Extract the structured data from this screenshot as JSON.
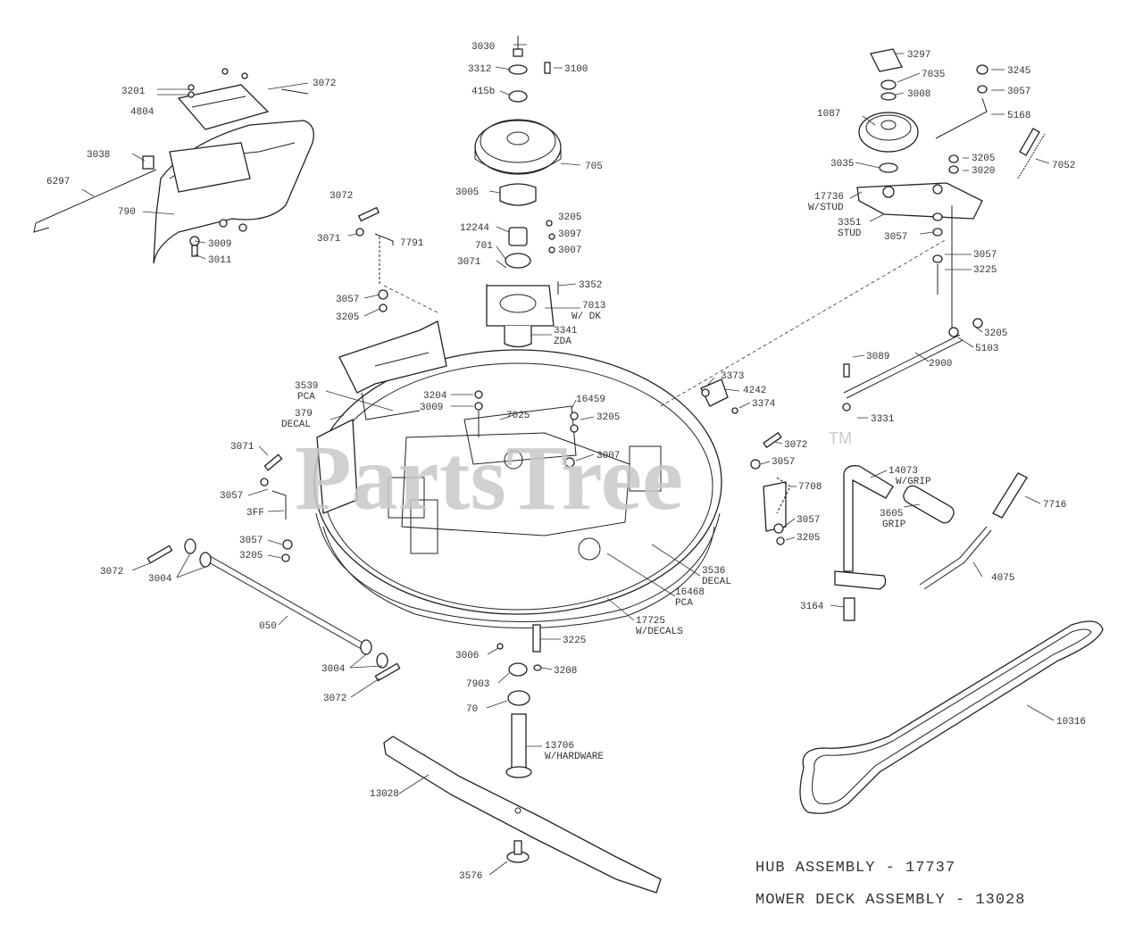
{
  "watermark": {
    "text": "PartsTree",
    "tm": "TM"
  },
  "labels": [
    {
      "id": "3030-top",
      "text": "3030"
    },
    {
      "id": "3312",
      "text": "3312"
    },
    {
      "id": "3100",
      "text": "3100"
    },
    {
      "id": "415b",
      "text": "415b"
    },
    {
      "id": "705",
      "text": "705"
    },
    {
      "id": "3005",
      "text": "3005"
    },
    {
      "id": "12244",
      "text": "12244"
    },
    {
      "id": "3205-c",
      "text": "3205"
    },
    {
      "id": "3097-c",
      "text": "3097"
    },
    {
      "id": "3007-c",
      "text": "3007"
    },
    {
      "id": "701",
      "text": "701"
    },
    {
      "id": "3071",
      "text": "3071"
    },
    {
      "id": "3352",
      "text": "3352"
    },
    {
      "id": "7013",
      "text": "7013"
    },
    {
      "id": "wdk",
      "text": "W/ DK"
    },
    {
      "id": "3341",
      "text": "3341"
    },
    {
      "id": "zda",
      "text": "ZDA"
    },
    {
      "id": "3201",
      "text": "3201"
    },
    {
      "id": "3072-tl",
      "text": "3072"
    },
    {
      "id": "4804",
      "text": "4804"
    },
    {
      "id": "3038",
      "text": "3038"
    },
    {
      "id": "6297",
      "text": "6297"
    },
    {
      "id": "790",
      "text": "790"
    },
    {
      "id": "3009-l",
      "text": "3009"
    },
    {
      "id": "3011",
      "text": "3011"
    },
    {
      "id": "3072-ml",
      "text": "3072"
    },
    {
      "id": "3071-ml",
      "text": "3071"
    },
    {
      "id": "7791",
      "text": "7791"
    },
    {
      "id": "3057-ml",
      "text": "3057"
    },
    {
      "id": "3205-ml",
      "text": "3205"
    },
    {
      "id": "3297",
      "text": "3297"
    },
    {
      "id": "7035",
      "text": "7035"
    },
    {
      "id": "3008-r",
      "text": "3008"
    },
    {
      "id": "3245",
      "text": "3245"
    },
    {
      "id": "3057-r1",
      "text": "3057"
    },
    {
      "id": "1087",
      "text": "1087"
    },
    {
      "id": "5168",
      "text": "5168"
    },
    {
      "id": "3035",
      "text": "3035"
    },
    {
      "id": "3205-r",
      "text": "3205"
    },
    {
      "id": "3020",
      "text": "3020"
    },
    {
      "id": "7052",
      "text": "7052"
    },
    {
      "id": "17736",
      "text": "17736"
    },
    {
      "id": "wstud",
      "text": "W/STUD"
    },
    {
      "id": "3351",
      "text": "3351"
    },
    {
      "id": "stud",
      "text": "STUD"
    },
    {
      "id": "3057-r2",
      "text": "3057"
    },
    {
      "id": "3057-r3",
      "text": "3057"
    },
    {
      "id": "3225-r",
      "text": "3225"
    },
    {
      "id": "3205-r2",
      "text": "3205"
    },
    {
      "id": "5103",
      "text": "5103"
    },
    {
      "id": "3089",
      "text": "3089"
    },
    {
      "id": "2900",
      "text": "2900"
    },
    {
      "id": "3331",
      "text": "3331"
    },
    {
      "id": "3373",
      "text": "3373"
    },
    {
      "id": "4242",
      "text": "4242"
    },
    {
      "id": "3374",
      "text": "3374"
    },
    {
      "id": "3539",
      "text": "3539"
    },
    {
      "id": "pca1",
      "text": "PCA"
    },
    {
      "id": "3204",
      "text": "3204"
    },
    {
      "id": "3009-m",
      "text": "3009"
    },
    {
      "id": "16459",
      "text": "16459"
    },
    {
      "id": "7025",
      "text": "7025"
    },
    {
      "id": "3205-m",
      "text": "3205"
    },
    {
      "id": "379",
      "text": "379"
    },
    {
      "id": "decal1",
      "text": "DECAL"
    },
    {
      "id": "3007-m",
      "text": "3007"
    },
    {
      "id": "3072-mr",
      "text": "3072"
    },
    {
      "id": "3057-mr",
      "text": "3057"
    },
    {
      "id": "7708",
      "text": "7708"
    },
    {
      "id": "3057-mr2",
      "text": "3057"
    },
    {
      "id": "3205-mr",
      "text": "3205"
    },
    {
      "id": "3071-l",
      "text": "3071"
    },
    {
      "id": "3057-l",
      "text": "3057"
    },
    {
      "id": "3ff",
      "text": "3FF"
    },
    {
      "id": "3057-l2",
      "text": "3057"
    },
    {
      "id": "3205-l",
      "text": "3205"
    },
    {
      "id": "3072-bl",
      "text": "3072"
    },
    {
      "id": "3004-l",
      "text": "3004"
    },
    {
      "id": "050",
      "text": "050"
    },
    {
      "id": "3004-b",
      "text": "3004"
    },
    {
      "id": "3072-b",
      "text": "3072"
    },
    {
      "id": "3536",
      "text": "3536"
    },
    {
      "id": "decal2",
      "text": "DECAL"
    },
    {
      "id": "16468",
      "text": "16468"
    },
    {
      "id": "pca2",
      "text": "PCA"
    },
    {
      "id": "17725",
      "text": "17725"
    },
    {
      "id": "wdecals",
      "text": "W/DECALS"
    },
    {
      "id": "3225-b",
      "text": "3225"
    },
    {
      "id": "3006",
      "text": "3006"
    },
    {
      "id": "3208",
      "text": "3208"
    },
    {
      "id": "7903",
      "text": "7903"
    },
    {
      "id": "70",
      "text": "70"
    },
    {
      "id": "13706",
      "text": "13706"
    },
    {
      "id": "whardware",
      "text": "W/HARDWARE"
    },
    {
      "id": "13028",
      "text": "13028"
    },
    {
      "id": "3576",
      "text": "3576"
    },
    {
      "id": "14073",
      "text": "14073"
    },
    {
      "id": "wgrip",
      "text": "W/GRIP"
    },
    {
      "id": "3605",
      "text": "3605"
    },
    {
      "id": "grip",
      "text": "GRIP"
    },
    {
      "id": "3164",
      "text": "3164"
    },
    {
      "id": "7716",
      "text": "7716"
    },
    {
      "id": "4075",
      "text": "4075"
    },
    {
      "id": "10316",
      "text": "10316"
    }
  ],
  "captions": {
    "hub": "HUB ASSEMBLY - 17737",
    "deck": "MOWER DECK ASSEMBLY - 13028"
  }
}
